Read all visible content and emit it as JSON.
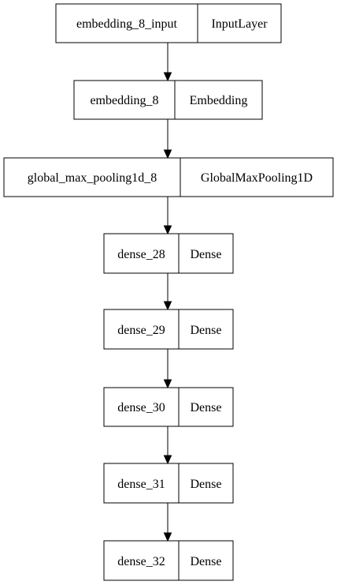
{
  "nodes": [
    {
      "name": "embedding_8_input",
      "type": "InputLayer"
    },
    {
      "name": "embedding_8",
      "type": "Embedding"
    },
    {
      "name": "global_max_pooling1d_8",
      "type": "GlobalMaxPooling1D"
    },
    {
      "name": "dense_28",
      "type": "Dense"
    },
    {
      "name": "dense_29",
      "type": "Dense"
    },
    {
      "name": "dense_30",
      "type": "Dense"
    },
    {
      "name": "dense_31",
      "type": "Dense"
    },
    {
      "name": "dense_32",
      "type": "Dense"
    }
  ],
  "edges": [
    {
      "from": 0,
      "to": 1
    },
    {
      "from": 1,
      "to": 2
    },
    {
      "from": 2,
      "to": 3
    },
    {
      "from": 3,
      "to": 4
    },
    {
      "from": 4,
      "to": 5
    },
    {
      "from": 5,
      "to": 6
    },
    {
      "from": 6,
      "to": 7
    }
  ],
  "colors": {
    "stroke": "#000000",
    "fill": "#ffffff",
    "text": "#000000"
  }
}
